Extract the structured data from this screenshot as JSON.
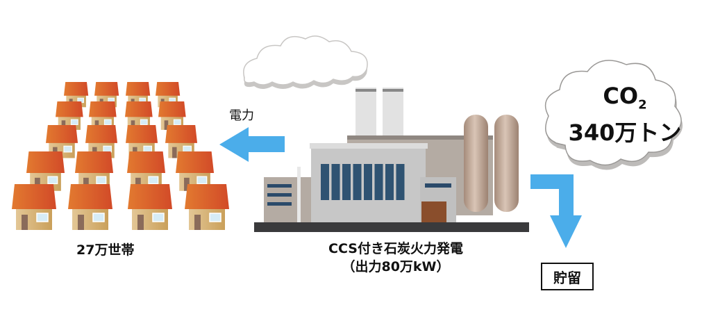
{
  "houses": {
    "label": "27万世帯",
    "rows": 5,
    "per_row": 4
  },
  "power_arrow": {
    "label": "電力",
    "color": "#4badea"
  },
  "plant": {
    "title_line1": "CCS付き石炭火力発電",
    "title_line2": "（出力80万kW）"
  },
  "co2_cloud": {
    "formula_main": "CO",
    "formula_sub": "2",
    "amount": "340万トン"
  },
  "storage": {
    "label": "貯留",
    "arrow_color": "#4badea"
  },
  "colors": {
    "roof": "#e0642a",
    "wall": "#d9b57a",
    "arrow": "#4badea",
    "ground": "#3a3a3c"
  }
}
